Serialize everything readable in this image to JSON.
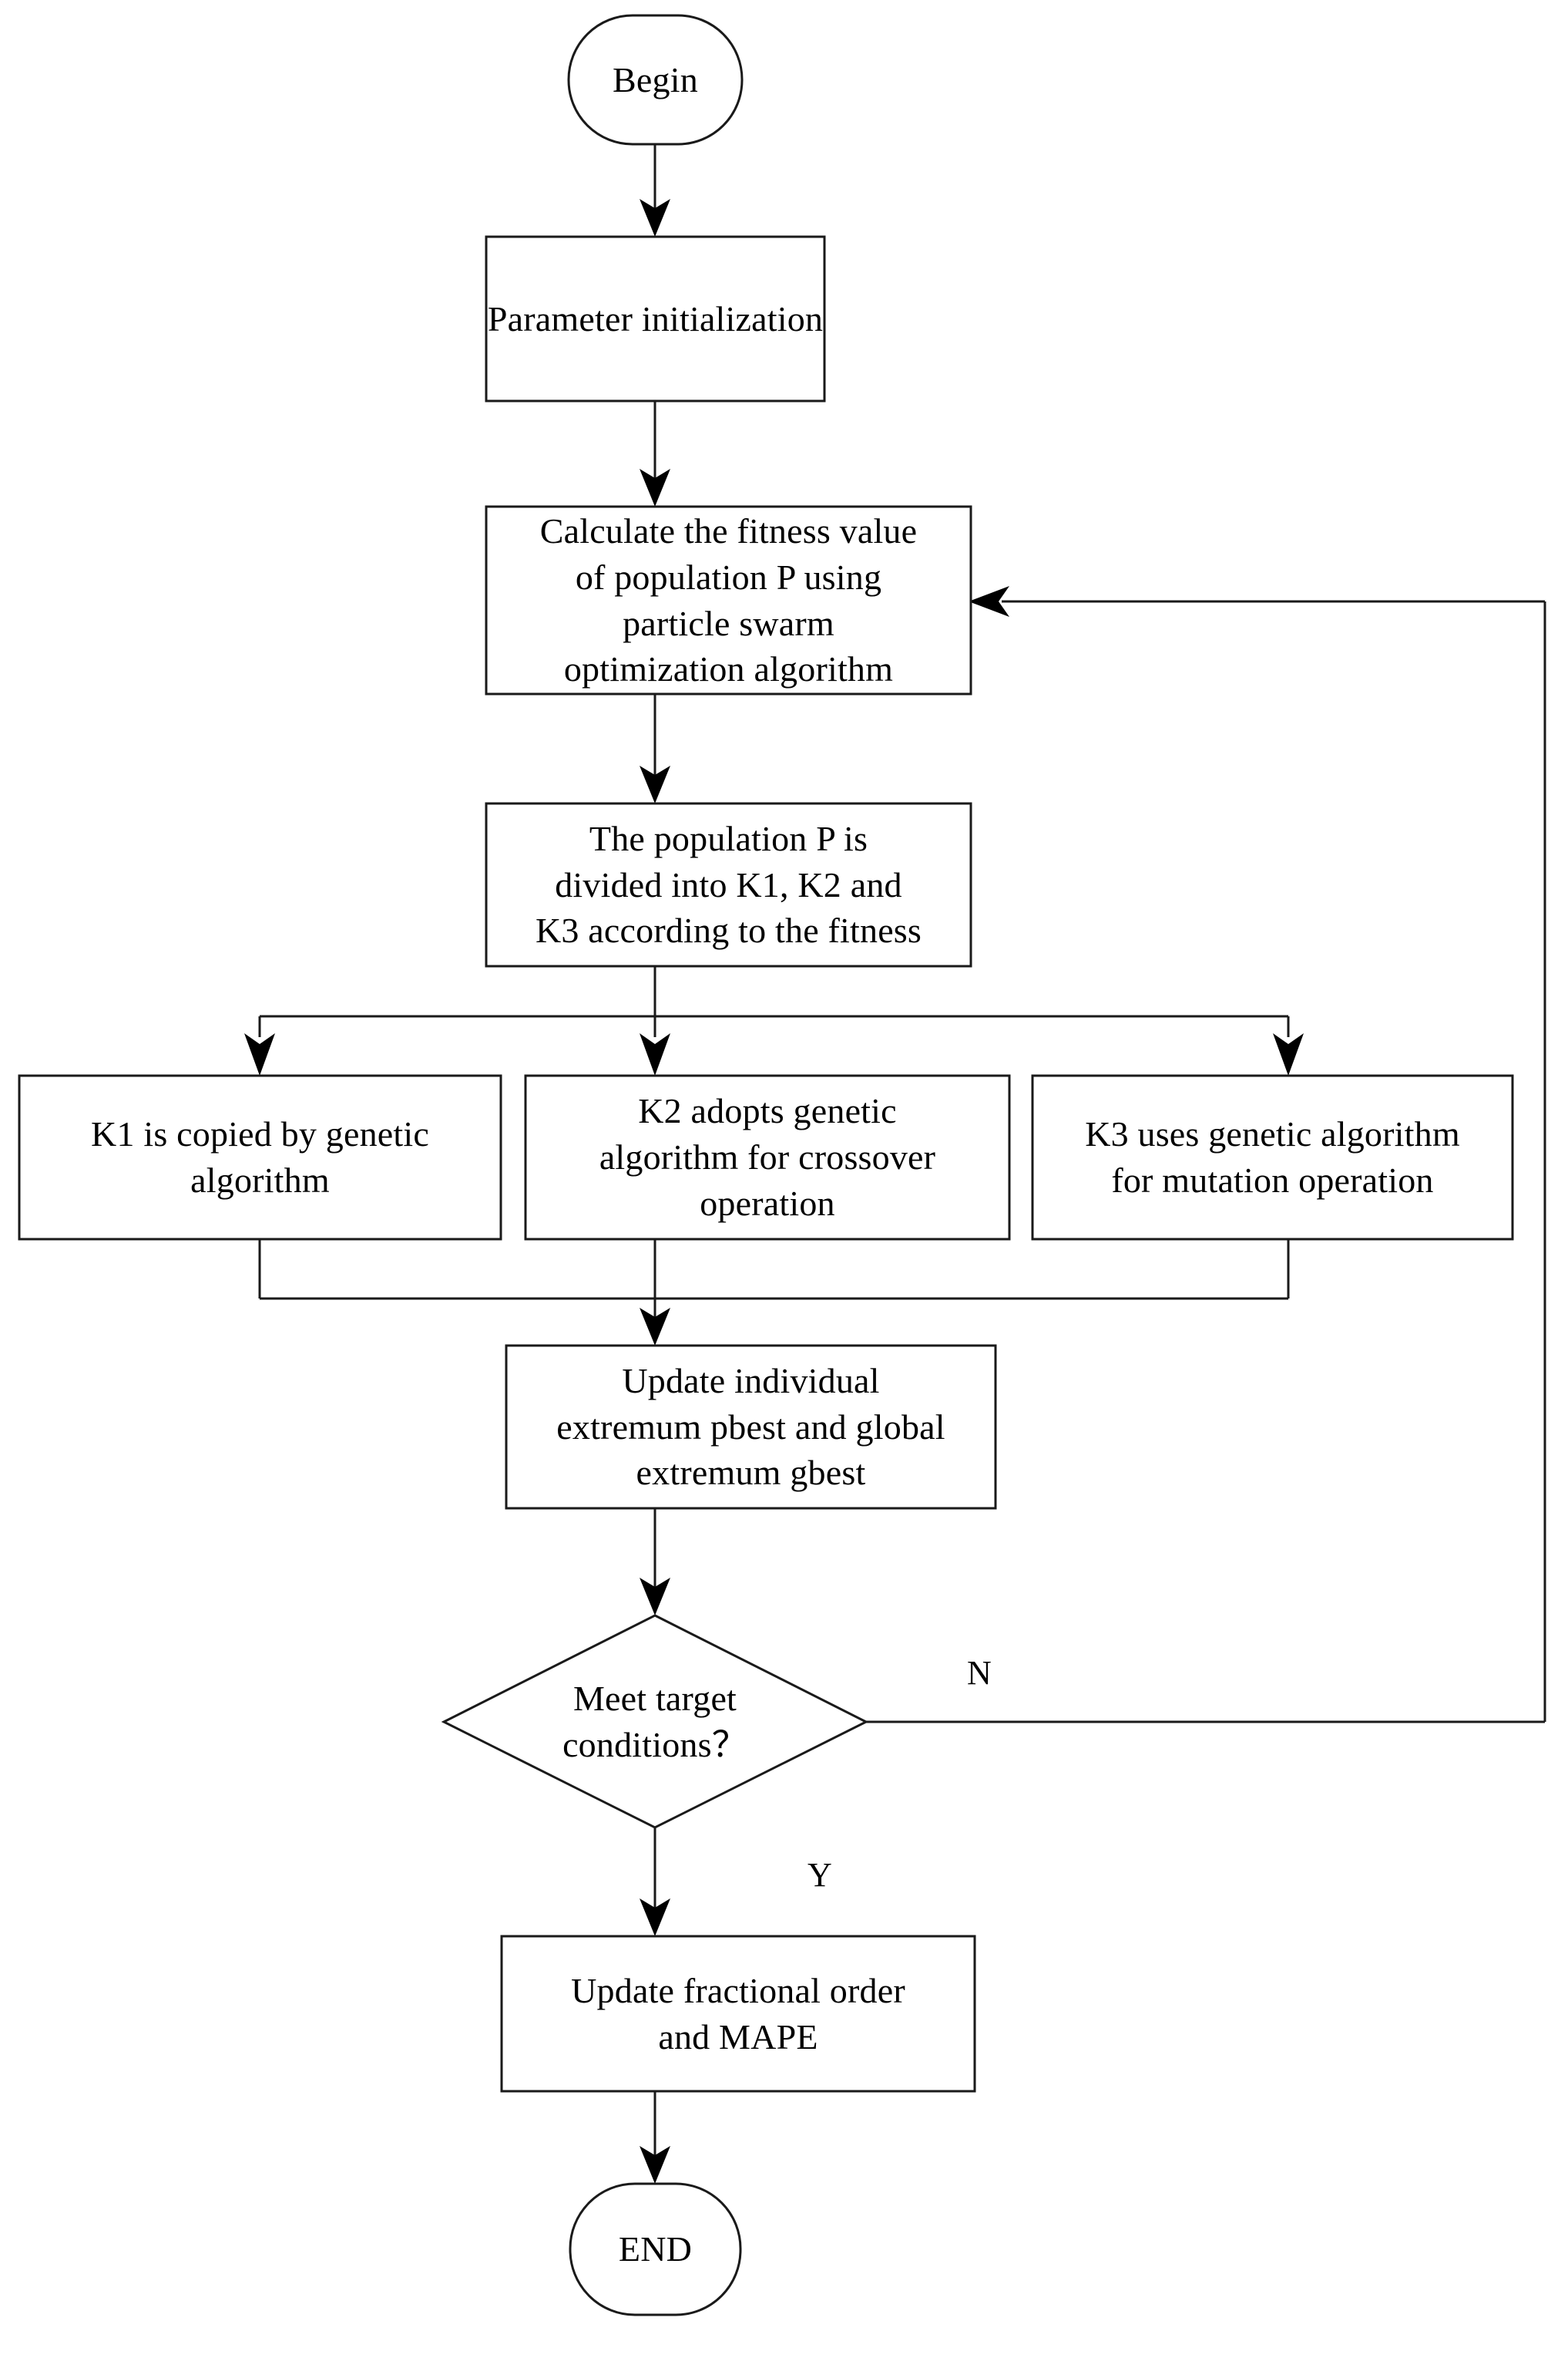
{
  "diagram": {
    "title": "Hybrid PSO-GA fractional order optimization flowchart",
    "type": "flowchart",
    "background_color": "#ffffff",
    "line_color": "#1a1a1a",
    "text_color": "#000000",
    "nodes": [
      {
        "id": "begin",
        "shape": "terminator",
        "label": "Begin"
      },
      {
        "id": "param_init",
        "shape": "process",
        "label": "Parameter initialization"
      },
      {
        "id": "fitness",
        "shape": "process",
        "label": "Calculate the fitness value\nof population P using\nparticle swarm\noptimization algorithm"
      },
      {
        "id": "divide",
        "shape": "process",
        "label": "The population P is\ndivided into K1, K2 and\nK3 according to the fitness"
      },
      {
        "id": "k1",
        "shape": "process",
        "label": "K1 is copied by genetic\nalgorithm"
      },
      {
        "id": "k2",
        "shape": "process",
        "label": "K2 adopts genetic\nalgorithm for crossover\noperation"
      },
      {
        "id": "k3",
        "shape": "process",
        "label": "K3 uses genetic algorithm\nfor mutation operation"
      },
      {
        "id": "update_extremum",
        "shape": "process",
        "label": "Update individual\nextremum pbest and global\nextremum gbest"
      },
      {
        "id": "decision",
        "shape": "decision",
        "label": "Meet target\nconditions？"
      },
      {
        "id": "update_order",
        "shape": "process",
        "label": "Update fractional order\nand MAPE"
      },
      {
        "id": "end",
        "shape": "terminator",
        "label": "END"
      }
    ],
    "edge_labels": {
      "no_branch": "N",
      "yes_branch": "Y"
    },
    "edges": [
      {
        "from": "begin",
        "to": "param_init",
        "label": ""
      },
      {
        "from": "param_init",
        "to": "fitness",
        "label": ""
      },
      {
        "from": "fitness",
        "to": "divide",
        "label": ""
      },
      {
        "from": "divide",
        "to": "k1",
        "label": ""
      },
      {
        "from": "divide",
        "to": "k2",
        "label": ""
      },
      {
        "from": "divide",
        "to": "k3",
        "label": ""
      },
      {
        "from": "k1",
        "to": "update_extremum",
        "label": ""
      },
      {
        "from": "k2",
        "to": "update_extremum",
        "label": ""
      },
      {
        "from": "k3",
        "to": "update_extremum",
        "label": ""
      },
      {
        "from": "update_extremum",
        "to": "decision",
        "label": ""
      },
      {
        "from": "decision",
        "to": "fitness",
        "label": "N"
      },
      {
        "from": "decision",
        "to": "update_order",
        "label": "Y"
      },
      {
        "from": "update_order",
        "to": "end",
        "label": ""
      }
    ]
  }
}
